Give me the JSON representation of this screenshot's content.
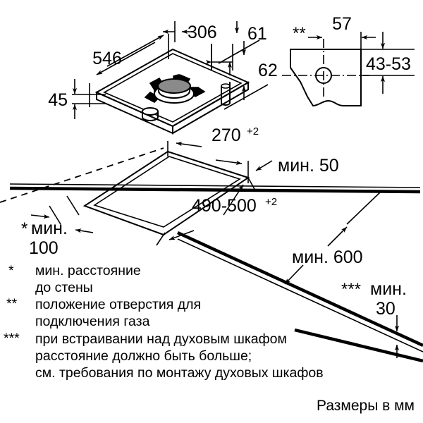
{
  "drawing": {
    "title": "Gas hob installation dimension drawing",
    "units_note": "Размеры в мм",
    "line_color": "#000000",
    "background_color": "#ffffff",
    "burner_cap_color": "#8a8a8a"
  },
  "dimensions": {
    "hob_width": "546",
    "hob_depth_offset": "306",
    "hob_lip_height": "45",
    "gas_pipe_offset": "61",
    "gas_pipe_depth": "62",
    "cutout_depth": "270",
    "cutout_depth_tol": "+2",
    "cutout_width": "490-500",
    "cutout_width_tol": "+2",
    "min_rear_clearance": "мин. 50",
    "min_height_above": "мин. 600",
    "min_wall_distance_label": "мин.",
    "min_wall_distance_value": "100",
    "min_wall_distance_mark": "*",
    "min_oven_gap_label": "мин.",
    "min_oven_gap_value": "30",
    "min_oven_gap_mark": "***",
    "bracket_offset": "57",
    "bracket_range": "43-53",
    "bracket_mark": "**"
  },
  "legend": [
    {
      "mark": "*",
      "lines": [
        "мин. расстояние",
        "до стены"
      ]
    },
    {
      "mark": "**",
      "lines": [
        "положение отверстия для",
        "подключения газа"
      ]
    },
    {
      "mark": "***",
      "lines": [
        "при встраивании над духовым шкафом",
        "расстояние должно быть больше;",
        "см. требования по монтажу духовых шкафов"
      ]
    }
  ],
  "footer": {
    "units": "Размеры в мм"
  }
}
